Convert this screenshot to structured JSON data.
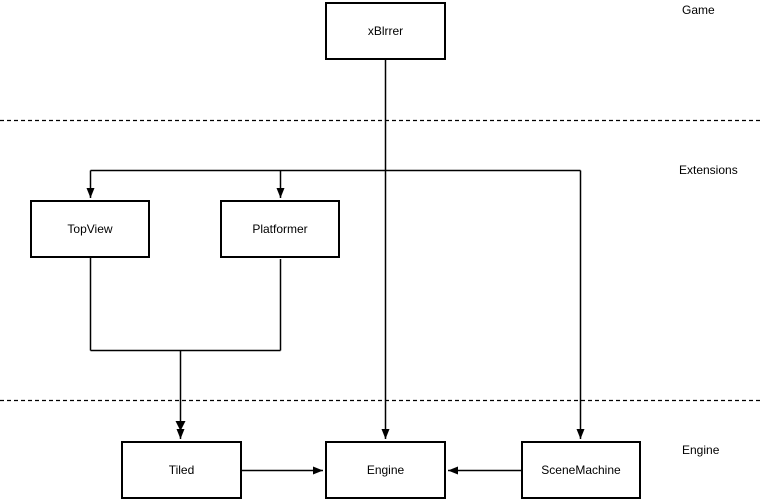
{
  "diagram": {
    "nodes": {
      "xblrrer": {
        "label": "xBlrrer"
      },
      "topview": {
        "label": "TopView"
      },
      "platformer": {
        "label": "Platformer"
      },
      "tiled": {
        "label": "Tiled"
      },
      "engine": {
        "label": "Engine"
      },
      "scenemachine": {
        "label": "SceneMachine"
      }
    },
    "sections": {
      "game": {
        "label": "Game"
      },
      "extensions": {
        "label": "Extensions"
      },
      "engine": {
        "label": "Engine"
      }
    },
    "edges": [
      {
        "from": "xBlrrer",
        "to": "Engine"
      },
      {
        "from": "xBlrrer",
        "to": "TopView"
      },
      {
        "from": "xBlrrer",
        "to": "Platformer"
      },
      {
        "from": "xBlrrer",
        "to": "SceneMachine"
      },
      {
        "from": "TopView",
        "to": "Tiled"
      },
      {
        "from": "Platformer",
        "to": "Tiled"
      },
      {
        "from": "Tiled",
        "to": "Engine"
      },
      {
        "from": "SceneMachine",
        "to": "Engine"
      }
    ],
    "colors": {
      "line": "#000000",
      "text": "#000000",
      "node_fill": "#ffffff",
      "background": "#ffffff"
    }
  }
}
